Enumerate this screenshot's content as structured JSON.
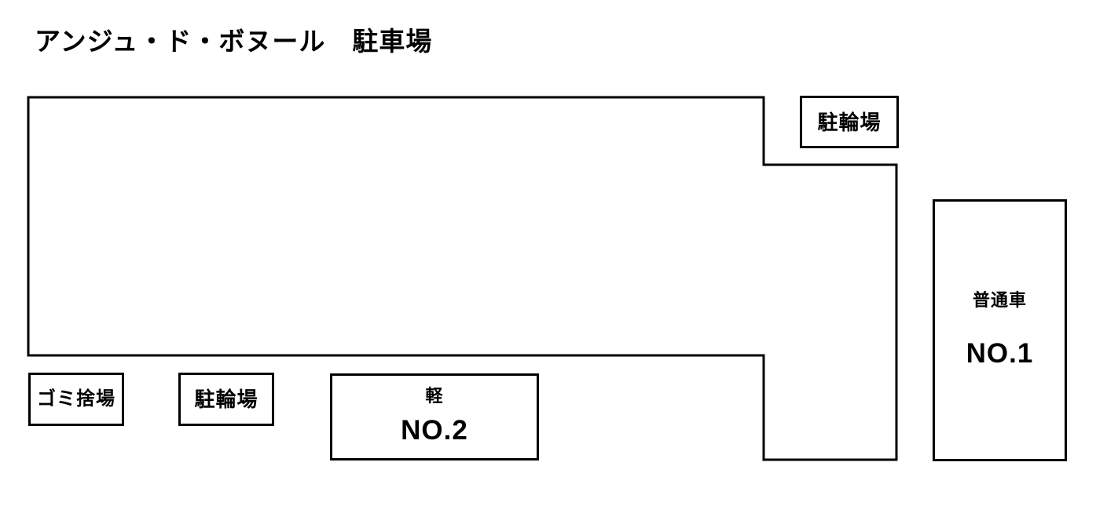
{
  "title": "アンジュ・ド・ボヌール　駐車場",
  "areas": {
    "bicycle_top": {
      "label": "駐輪場"
    },
    "no1": {
      "type_label": "普通車",
      "number_label": "NO.1"
    },
    "garbage": {
      "label": "ゴミ捨場"
    },
    "bicycle_bottom": {
      "label": "駐輪場"
    },
    "no2": {
      "type_label": "軽",
      "number_label": "NO.2"
    }
  },
  "colors": {
    "line": "#000000",
    "background": "#ffffff",
    "text": "#000000"
  }
}
